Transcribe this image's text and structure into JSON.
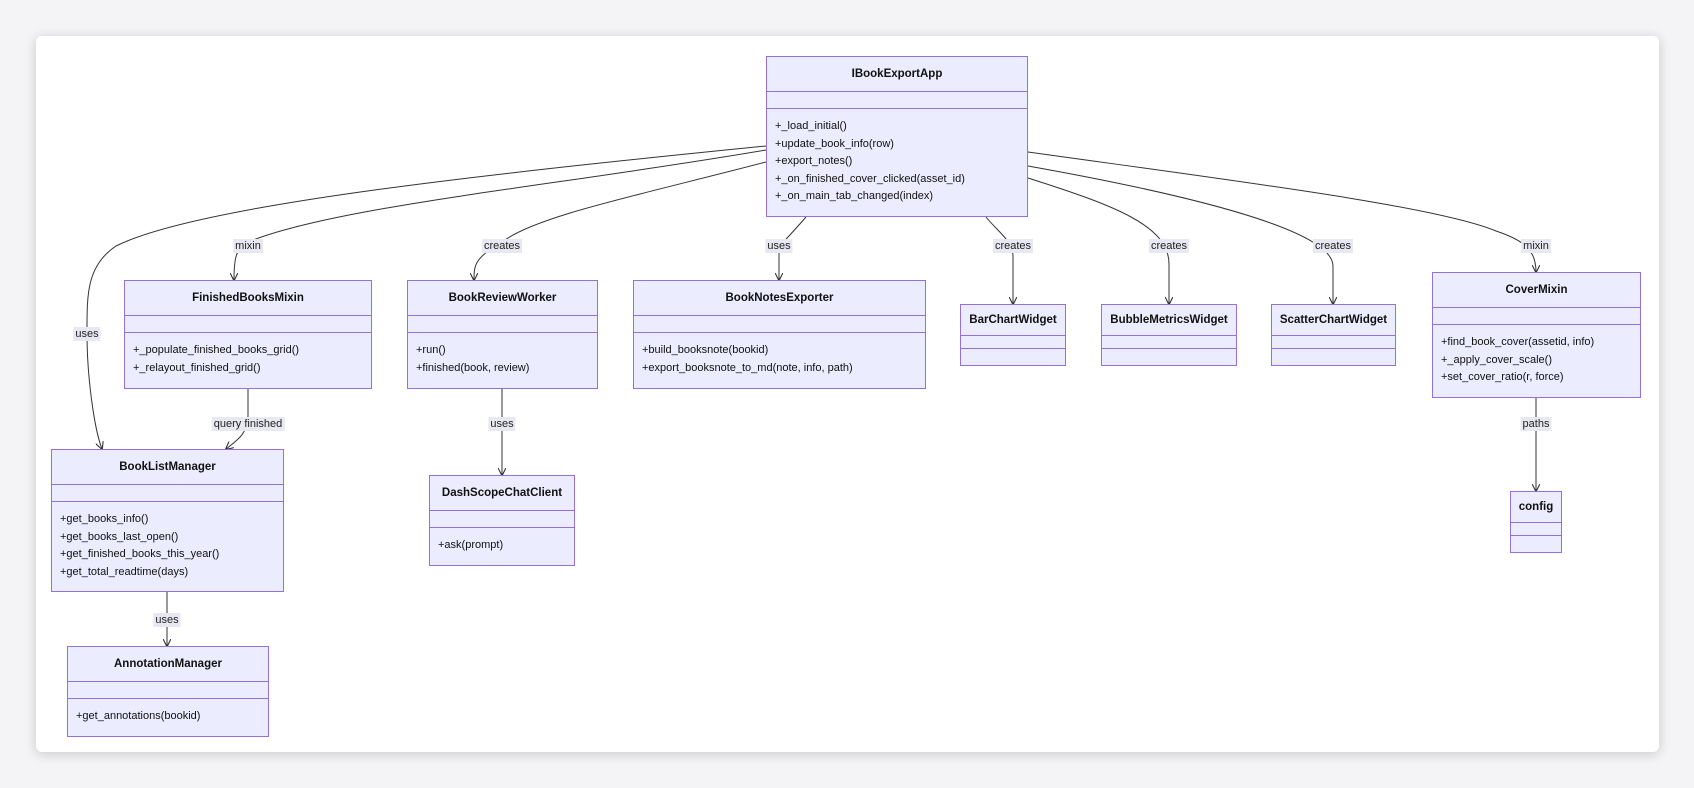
{
  "classes": {
    "ibookexportapp": {
      "name": "IBookExportApp",
      "methods": [
        "+_load_initial()",
        "+update_book_info(row)",
        "+export_notes()",
        "+_on_finished_cover_clicked(asset_id)",
        "+_on_main_tab_changed(index)"
      ]
    },
    "finishedbooksmixin": {
      "name": "FinishedBooksMixin",
      "methods": [
        "+_populate_finished_books_grid()",
        "+_relayout_finished_grid()"
      ]
    },
    "bookreviewworker": {
      "name": "BookReviewWorker",
      "methods": [
        "+run()",
        "+finished(book, review)"
      ]
    },
    "booknotesexporter": {
      "name": "BookNotesExporter",
      "methods": [
        "+build_booksnote(bookid)",
        "+export_booksnote_to_md(note, info, path)"
      ]
    },
    "barchartwidget": {
      "name": "BarChartWidget",
      "methods": []
    },
    "bubblemetricswidget": {
      "name": "BubbleMetricsWidget",
      "methods": []
    },
    "scatterchartwidget": {
      "name": "ScatterChartWidget",
      "methods": []
    },
    "covermixin": {
      "name": "CoverMixin",
      "methods": [
        "+find_book_cover(assetid, info)",
        "+_apply_cover_scale()",
        "+set_cover_ratio(r, force)"
      ]
    },
    "booklistmanager": {
      "name": "BookListManager",
      "methods": [
        "+get_books_info()",
        "+get_books_last_open()",
        "+get_finished_books_this_year()",
        "+get_total_readtime(days)"
      ]
    },
    "dashscopechatclient": {
      "name": "DashScopeChatClient",
      "methods": [
        "+ask(prompt)"
      ]
    },
    "config": {
      "name": "config",
      "methods": []
    },
    "annotationmanager": {
      "name": "AnnotationManager",
      "methods": [
        "+get_annotations(bookid)"
      ]
    }
  },
  "relations": [
    {
      "id": "app-finished",
      "from": "IBookExportApp",
      "to": "FinishedBooksMixin",
      "label": "mixin"
    },
    {
      "id": "app-booklist",
      "from": "IBookExportApp",
      "to": "BookListManager",
      "label": "uses"
    },
    {
      "id": "app-review",
      "from": "IBookExportApp",
      "to": "BookReviewWorker",
      "label": "creates"
    },
    {
      "id": "app-notes",
      "from": "IBookExportApp",
      "to": "BookNotesExporter",
      "label": "uses"
    },
    {
      "id": "app-bar",
      "from": "IBookExportApp",
      "to": "BarChartWidget",
      "label": "creates"
    },
    {
      "id": "app-bubble",
      "from": "IBookExportApp",
      "to": "BubbleMetricsWidget",
      "label": "creates"
    },
    {
      "id": "app-scatter",
      "from": "IBookExportApp",
      "to": "ScatterChartWidget",
      "label": "creates"
    },
    {
      "id": "app-cover",
      "from": "IBookExportApp",
      "to": "CoverMixin",
      "label": "mixin"
    },
    {
      "id": "finished-booklist",
      "from": "FinishedBooksMixin",
      "to": "BookListManager",
      "label": "query finished"
    },
    {
      "id": "review-dash",
      "from": "BookReviewWorker",
      "to": "DashScopeChatClient",
      "label": "uses"
    },
    {
      "id": "cover-config",
      "from": "CoverMixin",
      "to": "config",
      "label": "paths"
    },
    {
      "id": "booklist-annot",
      "from": "BookListManager",
      "to": "AnnotationManager",
      "label": "uses"
    }
  ],
  "colors": {
    "node_fill": "#ececff",
    "node_border": "#9370db",
    "edge": "#333333",
    "label_bg": "#e8e8f2"
  }
}
